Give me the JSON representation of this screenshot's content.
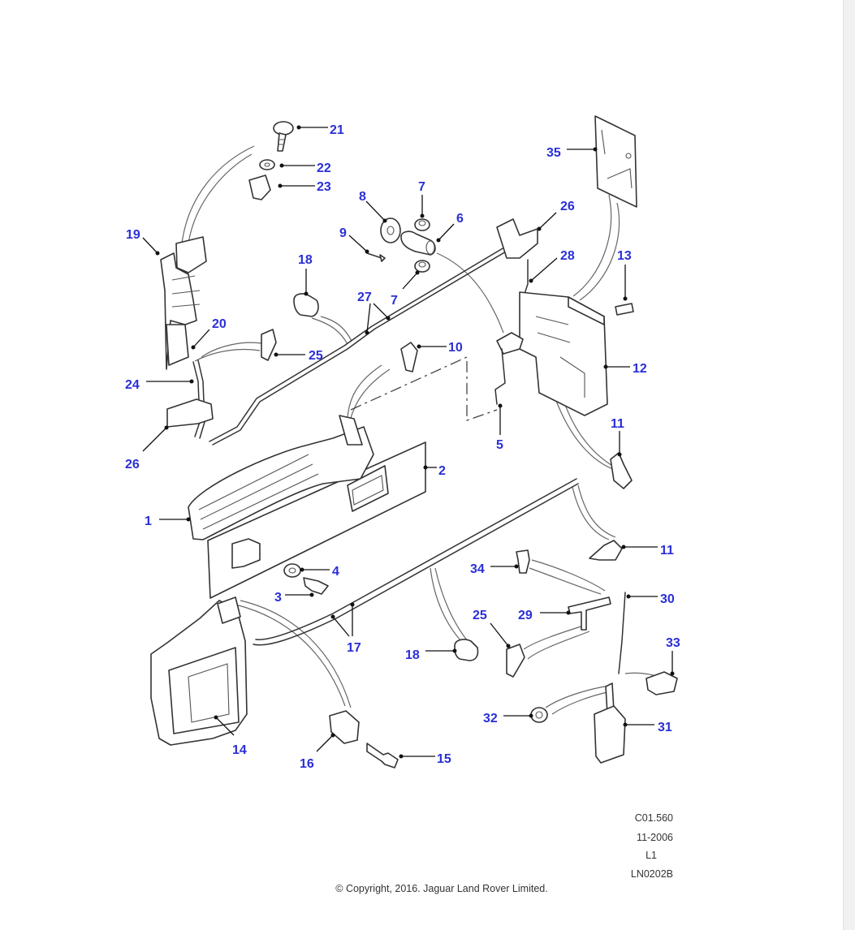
{
  "callouts": [
    {
      "label": "21"
    },
    {
      "label": "22"
    },
    {
      "label": "23"
    },
    {
      "label": "19"
    },
    {
      "label": "8"
    },
    {
      "label": "7"
    },
    {
      "label": "6"
    },
    {
      "label": "9"
    },
    {
      "label": "7"
    },
    {
      "label": "18"
    },
    {
      "label": "27"
    },
    {
      "label": "20"
    },
    {
      "label": "25"
    },
    {
      "label": "10"
    },
    {
      "label": "24"
    },
    {
      "label": "26"
    },
    {
      "label": "35"
    },
    {
      "label": "26"
    },
    {
      "label": "28"
    },
    {
      "label": "13"
    },
    {
      "label": "12"
    },
    {
      "label": "5"
    },
    {
      "label": "11"
    },
    {
      "label": "2"
    },
    {
      "label": "1"
    },
    {
      "label": "11"
    },
    {
      "label": "4"
    },
    {
      "label": "3"
    },
    {
      "label": "34"
    },
    {
      "label": "30"
    },
    {
      "label": "29"
    },
    {
      "label": "25"
    },
    {
      "label": "17"
    },
    {
      "label": "18"
    },
    {
      "label": "33"
    },
    {
      "label": "32"
    },
    {
      "label": "31"
    },
    {
      "label": "14"
    },
    {
      "label": "16"
    },
    {
      "label": "15"
    }
  ],
  "reference": {
    "code": "C01.560",
    "date": "11-2006",
    "level": "L1",
    "illustration_id": "LN0202B"
  },
  "copyright": "© Copyright, 2016. Jaguar Land Rover Limited."
}
